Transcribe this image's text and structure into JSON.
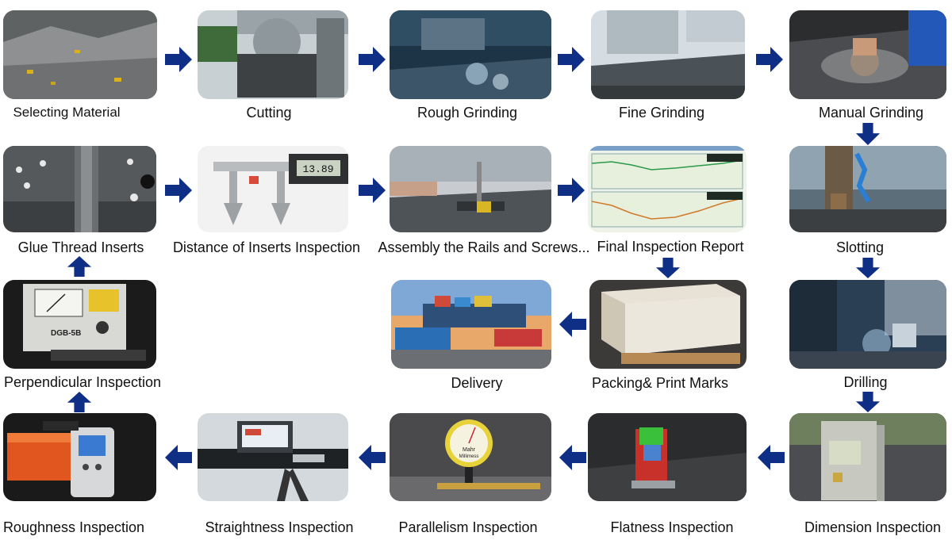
{
  "arrow_color": "#0f2f86",
  "steps": [
    {
      "label": "Selecting Material"
    },
    {
      "label": "Cutting"
    },
    {
      "label": "Rough Grinding"
    },
    {
      "label": "Fine Grinding"
    },
    {
      "label": "Manual Grinding"
    },
    {
      "label": "Slotting"
    },
    {
      "label": "Final Inspection Report"
    },
    {
      "label": "Assembly the Rails and Screws..."
    },
    {
      "label": "Distance of Inserts Inspection"
    },
    {
      "label": "Glue Thread Inserts"
    },
    {
      "label": "Perpendicular Inspection"
    },
    {
      "label": "Delivery"
    },
    {
      "label": "Packing& Print Marks"
    },
    {
      "label": "Drilling"
    },
    {
      "label": "Dimension Inspection"
    },
    {
      "label": "Flatness Inspection"
    },
    {
      "label": "Parallelism Inspection"
    },
    {
      "label": "Straightness Inspection"
    },
    {
      "label": "Roughness Inspection"
    }
  ],
  "photo_text": {
    "caliper_reading": "13.89",
    "tester_brand": "DGB-5B",
    "indicator_brand": "Mahr",
    "indicator_model": "Millimess"
  }
}
